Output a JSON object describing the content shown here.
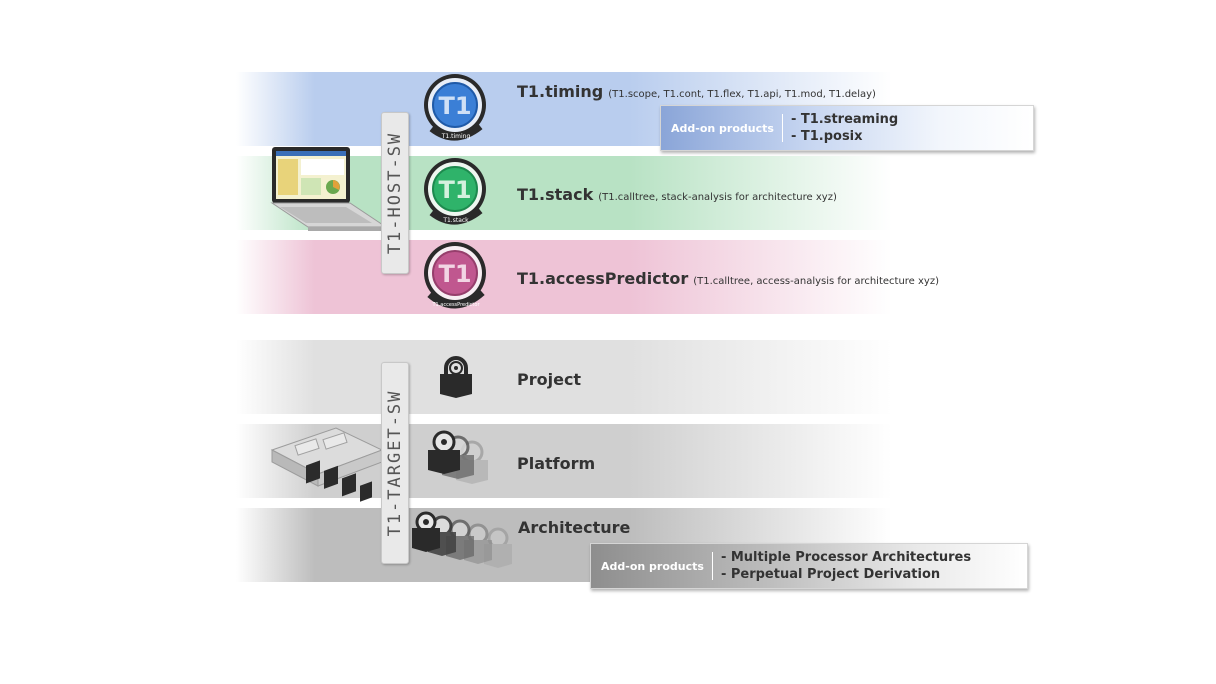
{
  "host": {
    "label": "T1-HOST-SW",
    "rows": [
      {
        "name": "T1.timing",
        "detail": "(T1.scope, T1.cont, T1.flex, T1.api, T1.mod, T1.delay)",
        "badge_text": "T1.timing",
        "color": "#3b7fd6"
      },
      {
        "name": "T1.stack",
        "detail": "(T1.calltree, stack-analysis for architecture xyz)",
        "badge_text": "T1.stack",
        "color": "#2fb36a"
      },
      {
        "name": "T1.accessPredictor",
        "detail": "(T1.calltree, access-analysis for architecture xyz)",
        "badge_text": "T1.accessPredictor",
        "color": "#c0578f"
      }
    ],
    "addon": {
      "heading": "Add-on products",
      "items": [
        "- T1.streaming",
        "- T1.posix"
      ]
    }
  },
  "target": {
    "label": "T1-TARGET-SW",
    "rows": [
      {
        "name": "Project"
      },
      {
        "name": "Platform"
      },
      {
        "name": "Architecture"
      }
    ],
    "addon": {
      "heading": "Add-on products",
      "items": [
        "- Multiple Processor Architectures",
        "- Perpetual Project Derivation"
      ]
    }
  },
  "badge_logo": "T1",
  "icons": {
    "laptop": "laptop-icon",
    "ecu": "ecu-icon",
    "padlock": "padlock-icon"
  }
}
